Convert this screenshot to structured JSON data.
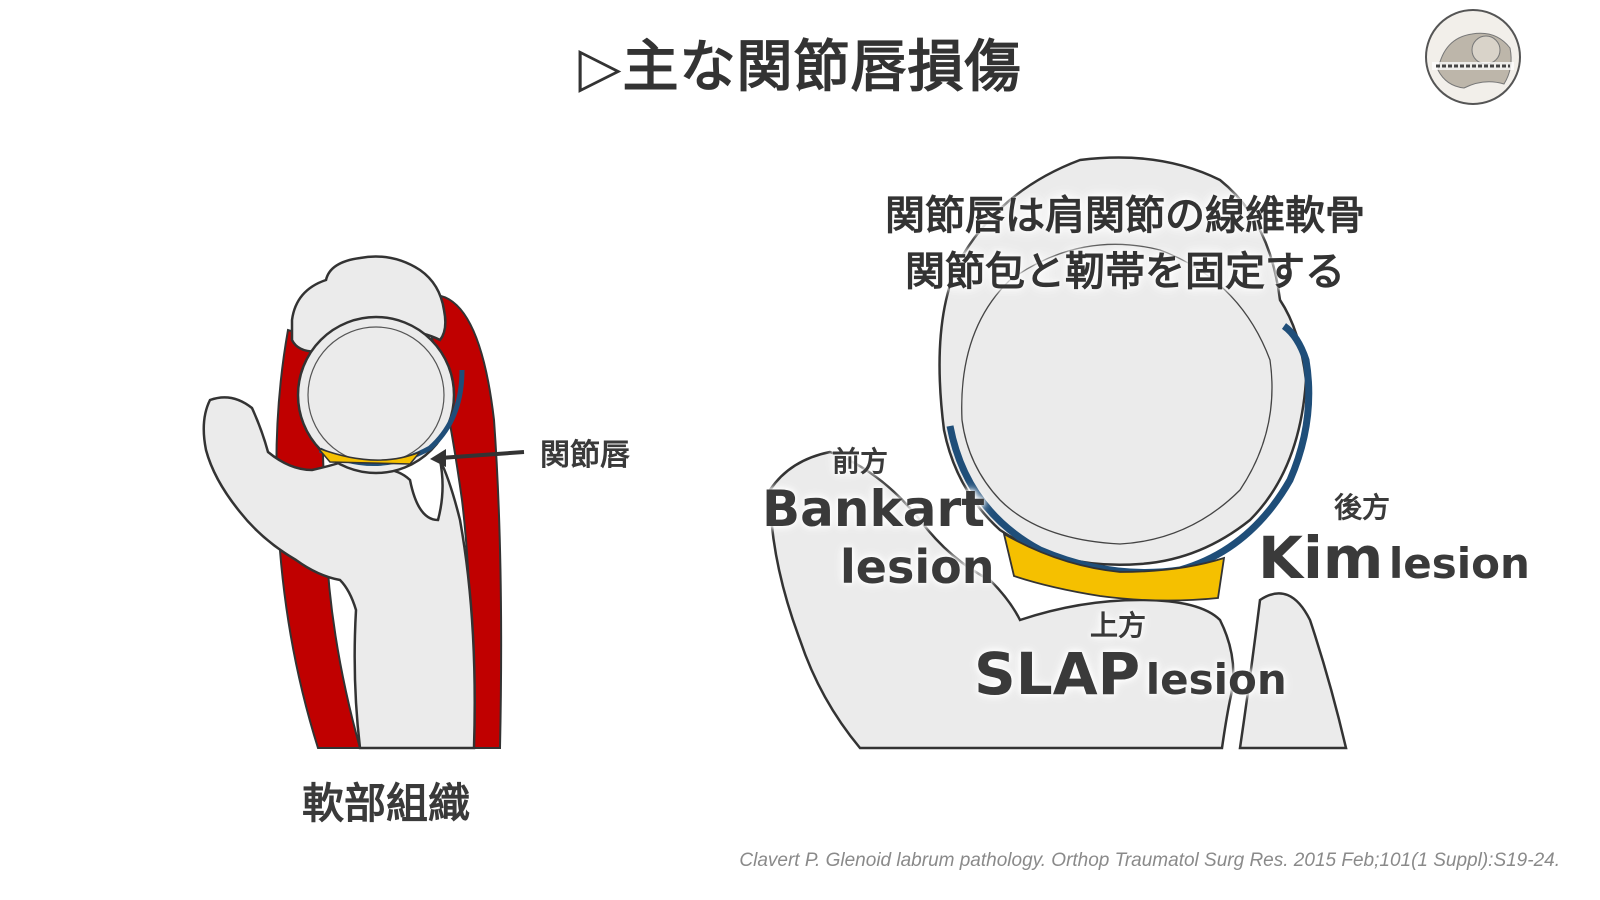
{
  "title": "▷主な関節唇損傷",
  "logo": {
    "icon": "shoulder-society-logo-icon"
  },
  "left_figure": {
    "pointer_label": "関節唇",
    "caption": "軟部組織"
  },
  "right_figure": {
    "description_lines": [
      "関節唇は肩関節の線維軟骨",
      "関節包と靭帯を固定する"
    ],
    "bankart": {
      "direction": "前方",
      "name_line1": "Bankart",
      "name_line2": "lesion"
    },
    "kim": {
      "direction": "後方",
      "name_main": "Kim",
      "name_suffix": "lesion"
    },
    "slap": {
      "direction": "上方",
      "name_main": "SLAP",
      "name_suffix": "lesion"
    }
  },
  "citation": "Clavert P. Glenoid labrum pathology. Orthop Traumatol Surg Res. 2015 Feb;101(1 Suppl):S19-24.",
  "colors": {
    "bone_fill": "#ebebeb",
    "outline": "#333333",
    "muscle_red": "#c00000",
    "labrum_blue": "#1f4e79",
    "labrum_yellow": "#f5c000"
  }
}
